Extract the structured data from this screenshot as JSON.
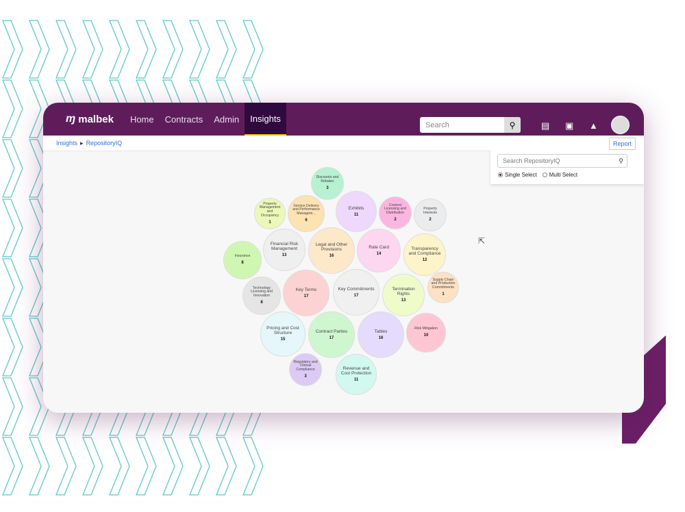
{
  "header": {
    "logo": "malbek",
    "nav": [
      "Home",
      "Contracts",
      "Admin",
      "Insights"
    ],
    "active": "Insights",
    "search_placeholder": "Search"
  },
  "breadcrumb": [
    "Insights",
    "RepositoryIQ"
  ],
  "report_label": "Report",
  "panel": {
    "search_placeholder": "Search RepositoryIQ",
    "options": [
      "Single Select",
      "Multi Select"
    ],
    "selected": "Single Select"
  },
  "colors": {
    "brand": "#5e1d5a",
    "accent": "#f5c400",
    "deco_teal": "#5ec8c8"
  },
  "bubbles": [
    {
      "label": "Discounts and Rebates",
      "count": "3",
      "color": "#b8f0d2"
    },
    {
      "label": "Property Management and Occupancy",
      "count": "1",
      "color": "#ebf8b8"
    },
    {
      "label": "Service Delivery and Performance Managem...",
      "count": "6",
      "color": "#fde2b2"
    },
    {
      "label": "Exhibits",
      "count": "11",
      "color": "#eed8fc"
    },
    {
      "label": "Content Licensing and Distribution",
      "count": "2",
      "color": "#fbb6e0"
    },
    {
      "label": "Property Interests",
      "count": "2",
      "color": "#eaecee"
    },
    {
      "label": "Insurance",
      "count": "8",
      "color": "#d0f7b2"
    },
    {
      "label": "Financial Risk Management",
      "count": "13",
      "color": "#efefef"
    },
    {
      "label": "Legal and Other Provisions",
      "count": "16",
      "color": "#fde8ca"
    },
    {
      "label": "Rate Card",
      "count": "14",
      "color": "#fdd6f0"
    },
    {
      "label": "Transparency and Compliance",
      "count": "12",
      "color": "#fef4ca"
    },
    {
      "label": "Technology Licensing and Innovation",
      "count": "8",
      "color": "#e5e5e5"
    },
    {
      "label": "Key Terms",
      "count": "17",
      "color": "#fdd2d2"
    },
    {
      "label": "Key Commitments",
      "count": "17",
      "color": "#f0f0f0"
    },
    {
      "label": "Termination Rights",
      "count": "13",
      "color": "#effcca"
    },
    {
      "label": "Supply Chain and Production Commitments",
      "count": "1",
      "color": "#fde1c2"
    },
    {
      "label": "Pricing and Cost Structure",
      "count": "15",
      "color": "#e5f7fa"
    },
    {
      "label": "Contract Parties",
      "count": "17",
      "color": "#cff7cf"
    },
    {
      "label": "Tables",
      "count": "16",
      "color": "#e5dbfc"
    },
    {
      "label": "Risk Mitigation",
      "count": "10",
      "color": "#fdc6d2"
    },
    {
      "label": "Regulatory and Clinical Compliance",
      "count": "3",
      "color": "#dccaf4"
    },
    {
      "label": "Revenue and Cost Protection",
      "count": "11",
      "color": "#d2f9ef"
    }
  ]
}
